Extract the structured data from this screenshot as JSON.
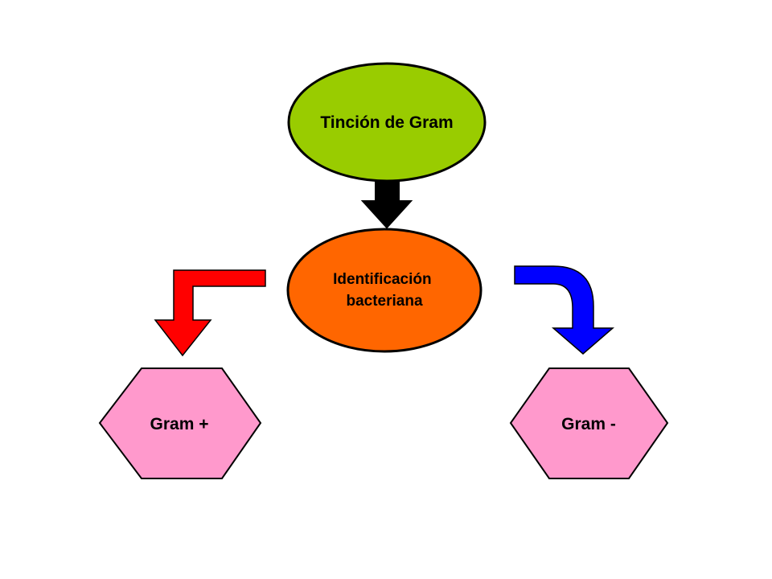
{
  "nodes": {
    "tincion": {
      "label": "Tinción de Gram",
      "fill": "#99CC00"
    },
    "identificacion": {
      "line1": "Identificación",
      "line2": "bacteriana",
      "fill": "#FF6600"
    },
    "gram_pos": {
      "label": "Gram +",
      "fill": "#FF99CC"
    },
    "gram_neg": {
      "label": "Gram -",
      "fill": "#FF99CC"
    }
  },
  "arrows": {
    "down": {
      "color": "#000000"
    },
    "left": {
      "color": "#FF0000"
    },
    "right": {
      "color": "#0000FF"
    }
  }
}
